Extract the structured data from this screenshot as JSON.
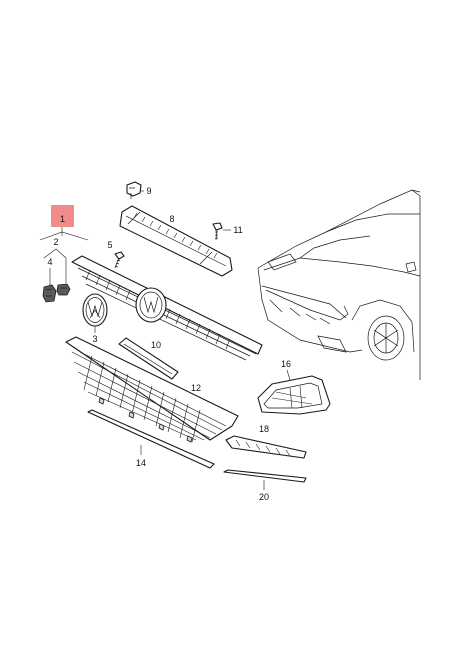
{
  "callouts": {
    "c1": "1",
    "c2": "2",
    "c3": "3",
    "c4": "4",
    "c5": "5",
    "c8": "8",
    "c9": "9",
    "c10": "10",
    "c11": "11",
    "c12": "12",
    "c14": "14",
    "c16": "16",
    "c18": "18",
    "c20": "20"
  },
  "colors": {
    "highlight": "#f08c8c",
    "line": "#1a1a1a"
  },
  "icons": {
    "emblem": "vw-emblem-icon"
  }
}
